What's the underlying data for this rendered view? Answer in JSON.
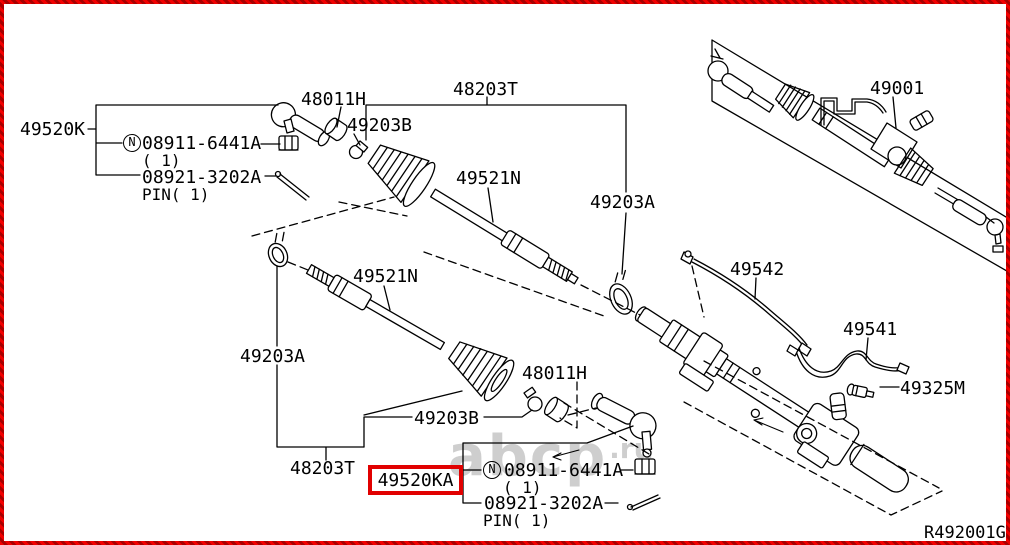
{
  "drawing": {
    "code": "R492001G",
    "background": "#ffffff",
    "line_color": "#000000",
    "highlight_color": "#e10000",
    "highlighted_part": "49520KA",
    "watermark": {
      "main": "abcp",
      "tld": ".ru",
      "color": "#c9c9c9"
    }
  },
  "callouts": {
    "tie_rod_end_kit_left": {
      "part": "49520K"
    },
    "nut_symbol_top": "N",
    "nut_top": {
      "part": "08911-6441A",
      "qty": "( 1)"
    },
    "pin_top": {
      "part": "08921-3202A",
      "qty": "PIN( 1)"
    },
    "washer_top": {
      "part": "48011H"
    },
    "boot_clamp_top": {
      "part": "49203B"
    },
    "tie_rod_kit_top": {
      "part": "48203T"
    },
    "inner_rod_top": {
      "part": "49521N"
    },
    "clamp_top": {
      "part": "49203A"
    },
    "steering_gear_assembly": {
      "part": "49001"
    },
    "cylinder_tube_upper": {
      "part": "49542"
    },
    "cylinder_tube_lower": {
      "part": "49541"
    },
    "connector": {
      "part": "49325M"
    },
    "inner_rod_bottom": {
      "part": "49521N"
    },
    "clamp_bottom": {
      "part": "49203A"
    },
    "washer_bottom": {
      "part": "48011H"
    },
    "boot_clamp_bottom": {
      "part": "49203B"
    },
    "tie_rod_kit_bottom": {
      "part": "48203T"
    },
    "tie_rod_end_kit_right": {
      "part": "49520KA"
    },
    "nut_symbol_bottom": "N",
    "nut_bottom": {
      "part": "08911-6441A",
      "qty": "( 1)"
    },
    "pin_bottom": {
      "part": "08921-3202A",
      "qty": "PIN( 1)"
    }
  }
}
